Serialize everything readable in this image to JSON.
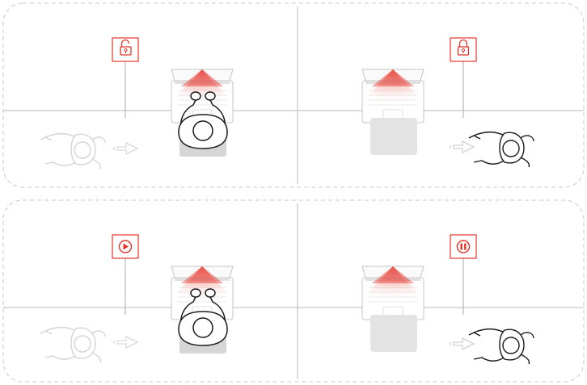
{
  "colors": {
    "accent": "#e5332a",
    "line": "#b8b8b8",
    "panel_border": "#c9c9c9",
    "faded": "#d4d4d4",
    "ink": "#1a1a1a",
    "chair": "#d6d6d6"
  },
  "panels": [
    {
      "id": "lock-scenario",
      "left_sign_icon": "unlock-icon",
      "right_sign_icon": "lock-icon",
      "left_state": "user-present",
      "right_state": "user-walked-away"
    },
    {
      "id": "media-scenario",
      "left_sign_icon": "play-icon",
      "right_sign_icon": "pause-icon",
      "left_state": "user-present",
      "right_state": "user-walked-away"
    }
  ]
}
